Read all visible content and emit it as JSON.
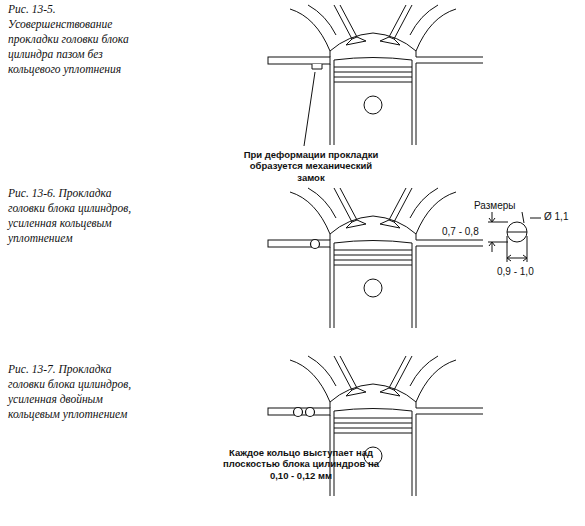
{
  "diagram": {
    "labels": [
      "Рис. 13-5. Усовершенствование прокладки головки блока цилиндра пазом без кольцевого уплотнения",
      "При деформации прокладки образуется механический замок",
      "Рис. 13-6. Прокладка головки блока цилиндров, усиленная кольцевым уплотнением",
      "Размеры",
      "Ø 1,1",
      "0,7 - 0,8",
      "0,9 - 1,0",
      "Рис. 13-7. Прокладка головки блока цилиндров, усиленная двойным кольцевым уплотнением",
      "Каждое кольцо выступает над плоскостью блока цилиндров на 0,10 - 0,12 мм"
    ]
  }
}
